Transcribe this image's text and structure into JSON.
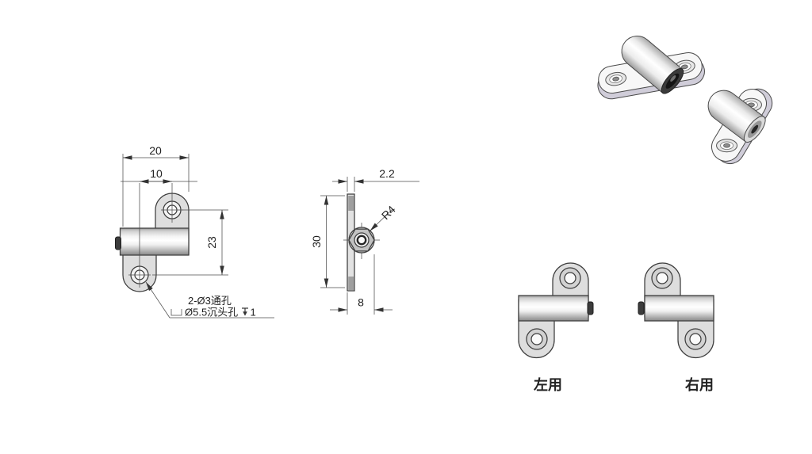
{
  "front_view": {
    "dim_overall_width": "20",
    "dim_hole_offset": "10",
    "dim_hole_spacing": "23",
    "note": {
      "line1": "2-Ø3通孔",
      "counterbore_symbol": "⌴",
      "line2": "Ø5.5沉头孔",
      "depth_symbol": "↧",
      "depth_value": "1"
    }
  },
  "side_view": {
    "dim_thickness": "2.2",
    "dim_height": "30",
    "dim_boss_width": "8",
    "radius_label": "R4"
  },
  "variants": {
    "left_label": "左用",
    "right_label": "右用"
  },
  "colors": {
    "background": "#ffffff",
    "line": "#3d3d3d",
    "fill_light": "#dedede",
    "cylinder_dark": "#8f8f8f",
    "pin_dark": "#3c3c3c",
    "plate_side_3d": "#d0cdd9"
  }
}
